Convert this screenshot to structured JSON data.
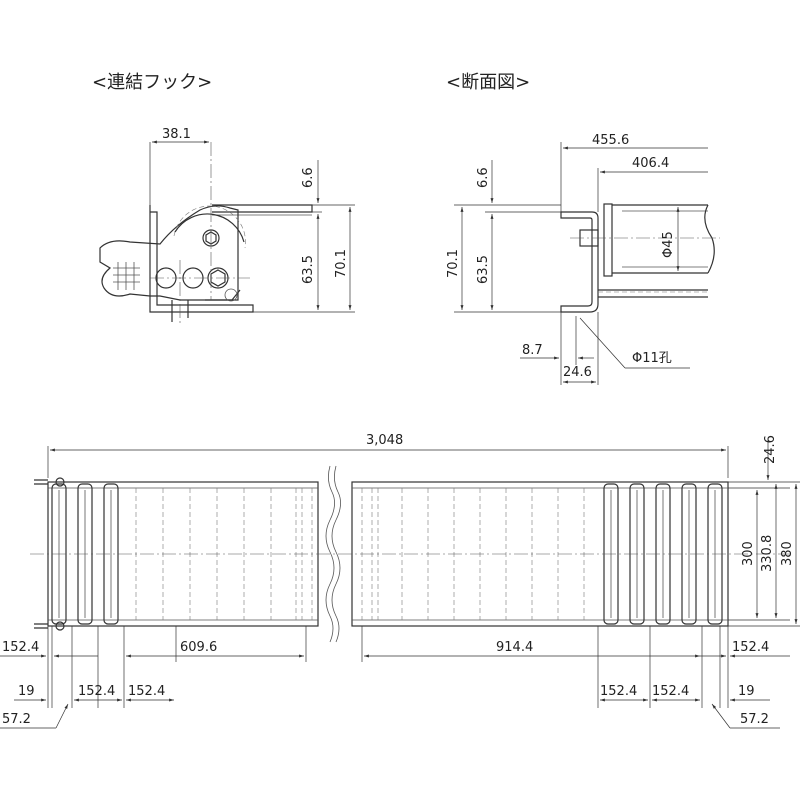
{
  "titles": {
    "hook": "<連結フック>",
    "section": "<断面図>"
  },
  "hook": {
    "width": "38.1",
    "gap": "6.6",
    "h1": "63.5",
    "h2": "70.1"
  },
  "section": {
    "w1": "455.6",
    "w2": "406.4",
    "gap": "6.6",
    "h1": "63.5",
    "h2": "70.1",
    "dia": "Φ45",
    "hole_offset": "8.7",
    "hole_pitch": "24.6",
    "hole": "Φ11孔"
  },
  "plan": {
    "length": "3,048",
    "top_gap": "24.6",
    "inner_width": "300",
    "frame_inner": "330.8",
    "overall_width": "380",
    "left_end": "152.4",
    "right_end": "152.4",
    "left_span": "609.6",
    "right_span": "914.4",
    "pitch_l1": "152.4",
    "pitch_l2": "152.4",
    "pitch_r1": "152.4",
    "pitch_r2": "152.4",
    "offset_l": "19",
    "offset_r": "19",
    "edge_l": "57.2",
    "edge_r": "57.2"
  },
  "colors": {
    "line": "#333333",
    "background": "#ffffff"
  }
}
